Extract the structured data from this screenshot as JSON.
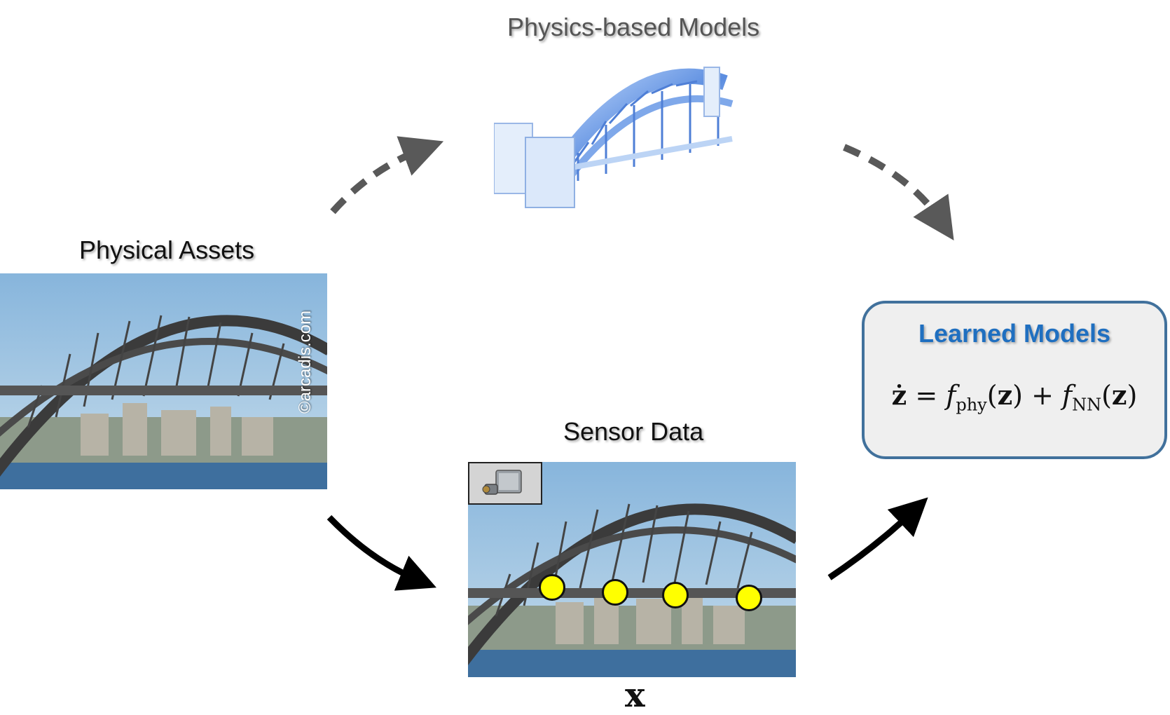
{
  "labels": {
    "physics_models": "Physics-based Models",
    "physical_assets": "Physical Assets",
    "sensor_data": "Sensor Data",
    "learned_models": "Learned Models",
    "x_symbol": "x",
    "watermark": "©arcadis.com"
  },
  "equation": {
    "lhs": "ż",
    "eq": "=",
    "f": "f",
    "phy_sub": "phy",
    "z": "z",
    "plus": "+",
    "nn_sub": "NN"
  },
  "sensor_markers": 4,
  "colors": {
    "learned_title": "#1f6fc0",
    "box_border": "#41719c",
    "box_fill": "#efefef",
    "dashed_arrow": "#595959",
    "solid_arrow": "#000000",
    "sensor_dot": "#ffff00"
  }
}
